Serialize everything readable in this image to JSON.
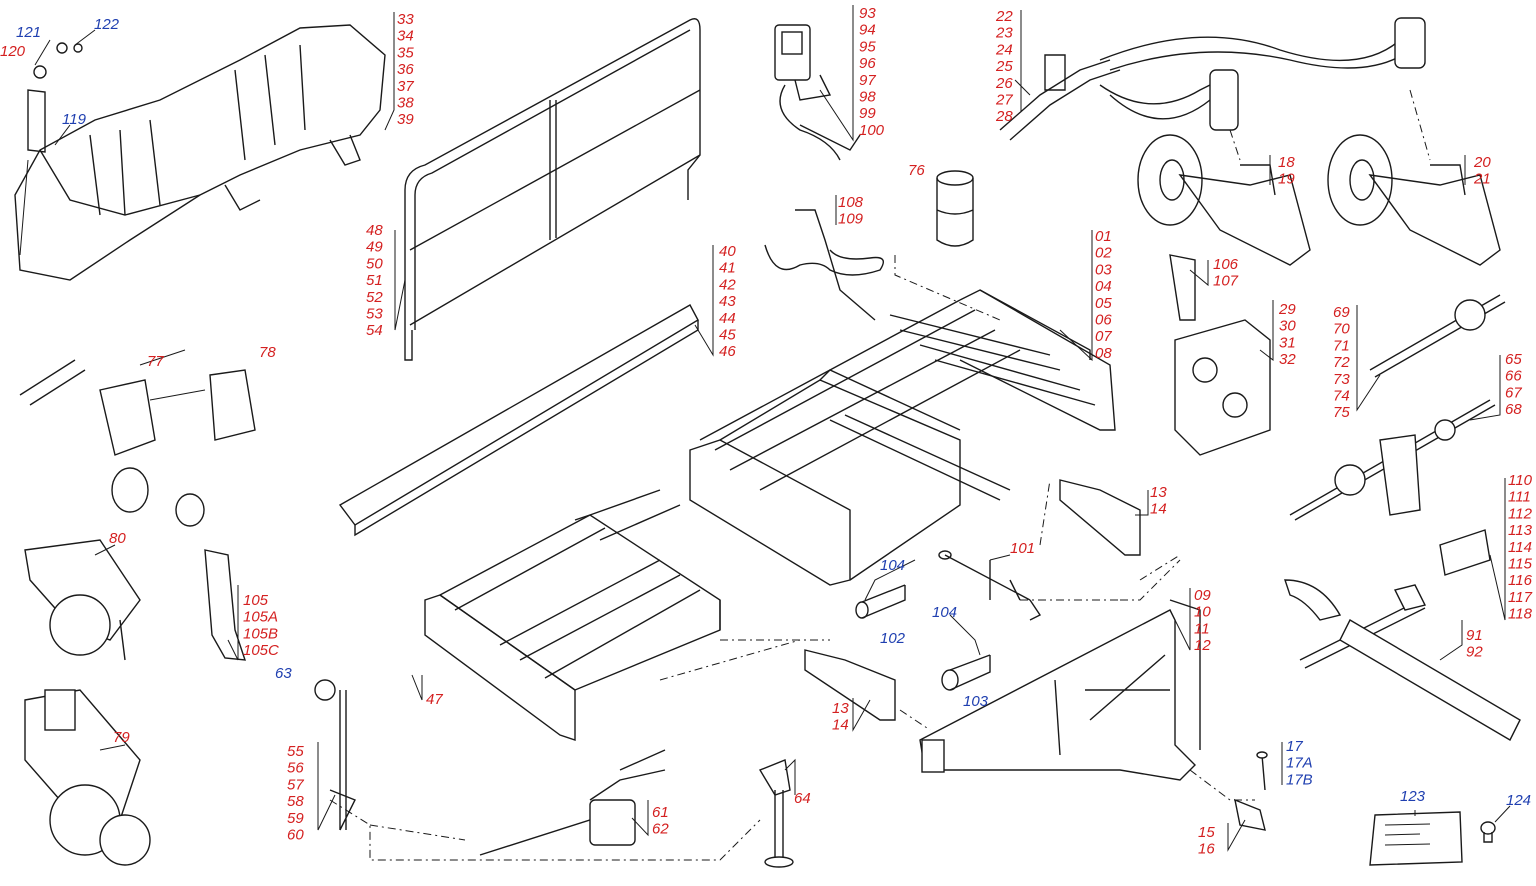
{
  "callouts": [
    {
      "id": "c1",
      "color": "blue",
      "lines": [
        "121"
      ]
    },
    {
      "id": "c2",
      "color": "blue",
      "lines": [
        "122"
      ]
    },
    {
      "id": "c3",
      "color": "red",
      "lines": [
        "120"
      ]
    },
    {
      "id": "c4",
      "color": "blue",
      "lines": [
        "119"
      ]
    },
    {
      "id": "c5",
      "color": "red",
      "lines": [
        "33",
        "34",
        "35",
        "36",
        "37",
        "38",
        "39"
      ]
    },
    {
      "id": "c6",
      "color": "red",
      "lines": [
        "48",
        "49",
        "50",
        "51",
        "52",
        "53",
        "54"
      ]
    },
    {
      "id": "c7",
      "color": "red",
      "lines": [
        "93",
        "94",
        "95",
        "96",
        "97",
        "98",
        "99",
        "100"
      ]
    },
    {
      "id": "c8",
      "color": "red",
      "lines": [
        "22",
        "23",
        "24",
        "25",
        "26",
        "27",
        "28"
      ]
    },
    {
      "id": "c9",
      "color": "red",
      "lines": [
        "18",
        "19"
      ]
    },
    {
      "id": "c10",
      "color": "red",
      "lines": [
        "20",
        "21"
      ]
    },
    {
      "id": "c11",
      "color": "red",
      "lines": [
        "76"
      ]
    },
    {
      "id": "c12",
      "color": "red",
      "lines": [
        "108",
        "109"
      ]
    },
    {
      "id": "c13",
      "color": "red",
      "lines": [
        "01",
        "02",
        "03",
        "04",
        "05",
        "06",
        "07",
        "08"
      ]
    },
    {
      "id": "c14",
      "color": "red",
      "lines": [
        "40",
        "41",
        "42",
        "43",
        "44",
        "45",
        "46"
      ]
    },
    {
      "id": "c15",
      "color": "red",
      "lines": [
        "106",
        "107"
      ]
    },
    {
      "id": "c16",
      "color": "red",
      "lines": [
        "29",
        "30",
        "31",
        "32"
      ]
    },
    {
      "id": "c17",
      "color": "red",
      "lines": [
        "69",
        "70",
        "71",
        "72",
        "73",
        "74",
        "75"
      ]
    },
    {
      "id": "c18",
      "color": "red",
      "lines": [
        "65",
        "66",
        "67",
        "68"
      ]
    },
    {
      "id": "c19",
      "color": "red",
      "lines": [
        "77"
      ]
    },
    {
      "id": "c20",
      "color": "red",
      "lines": [
        "78"
      ]
    },
    {
      "id": "c21",
      "color": "red",
      "lines": [
        "80"
      ]
    },
    {
      "id": "c22",
      "color": "red",
      "lines": [
        "105",
        "105A",
        "105B",
        "105C"
      ]
    },
    {
      "id": "c23",
      "color": "red",
      "lines": [
        "79"
      ]
    },
    {
      "id": "c24",
      "color": "blue",
      "lines": [
        "63"
      ]
    },
    {
      "id": "c25",
      "color": "red",
      "lines": [
        "55",
        "56",
        "57",
        "58",
        "59",
        "60"
      ]
    },
    {
      "id": "c26",
      "color": "red",
      "lines": [
        "47"
      ]
    },
    {
      "id": "c27",
      "color": "red",
      "lines": [
        "13",
        "14"
      ]
    },
    {
      "id": "c28",
      "color": "red",
      "lines": [
        "101"
      ]
    },
    {
      "id": "c29",
      "color": "blue",
      "lines": [
        "104"
      ]
    },
    {
      "id": "c30",
      "color": "blue",
      "lines": [
        "102"
      ]
    },
    {
      "id": "c31",
      "color": "blue",
      "lines": [
        "104"
      ]
    },
    {
      "id": "c32",
      "color": "blue",
      "lines": [
        "103"
      ]
    },
    {
      "id": "c33",
      "color": "red",
      "lines": [
        "13",
        "14"
      ]
    },
    {
      "id": "c34",
      "color": "red",
      "lines": [
        "09",
        "10",
        "11",
        "12"
      ]
    },
    {
      "id": "c35",
      "color": "red",
      "lines": [
        "110",
        "111",
        "112",
        "113",
        "114",
        "115",
        "116",
        "117",
        "118"
      ]
    },
    {
      "id": "c36",
      "color": "red",
      "lines": [
        "91",
        "92"
      ]
    },
    {
      "id": "c37",
      "color": "red",
      "lines": [
        "61",
        "62"
      ]
    },
    {
      "id": "c38",
      "color": "red",
      "lines": [
        "64"
      ]
    },
    {
      "id": "c39",
      "color": "blue",
      "lines": [
        "17",
        "17A",
        "17B"
      ]
    },
    {
      "id": "c40",
      "color": "red",
      "lines": [
        "15",
        "16"
      ]
    },
    {
      "id": "c41",
      "color": "blue",
      "lines": [
        "123"
      ]
    },
    {
      "id": "c42",
      "color": "blue",
      "lines": [
        "124"
      ]
    }
  ],
  "colors": {
    "red": "#d42020",
    "blue": "#1f3fb0",
    "ink": "#1a1a1a"
  }
}
